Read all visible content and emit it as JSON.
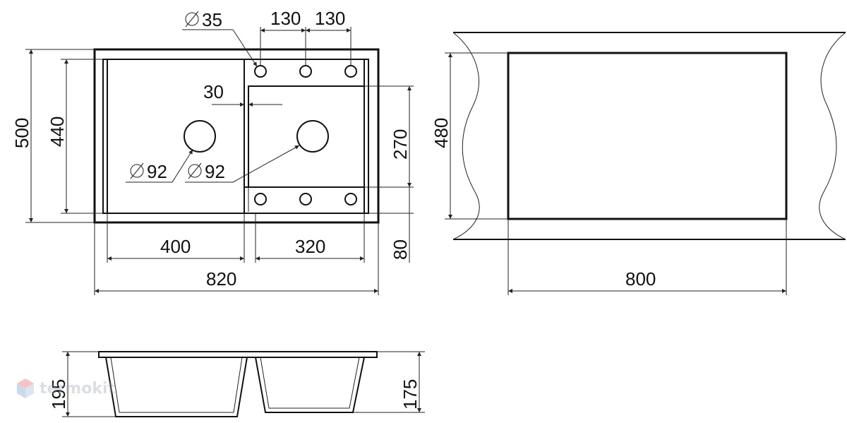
{
  "dims": {
    "hole_diameter": "35",
    "hole_spacing_1": "130",
    "hole_spacing_2": "130",
    "divider_offset": "30",
    "height_500": "500",
    "height_440": "440",
    "drain_left": "92",
    "drain_right": "92",
    "bowl_depth_270": "270",
    "cutout_height": "480",
    "bowl_left_width": "400",
    "bowl_right_width": "320",
    "back_80": "80",
    "total_width": "820",
    "cutout_width": "800",
    "depth_195": "195",
    "depth_175": "175"
  },
  "symbols": {
    "diameter": "diameter-symbol"
  },
  "watermark": {
    "text": "termokit",
    "logo": "cube-logo-icon",
    "color_red": "#e05a5a",
    "color_blue": "#6f93c9"
  }
}
